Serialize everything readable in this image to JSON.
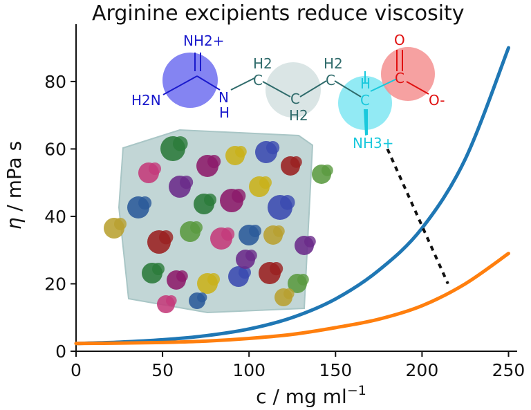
{
  "chart_data": {
    "type": "line",
    "title": "Arginine excipients reduce viscosity",
    "xlabel": "c / mg ml",
    "xlabel_superscript": "−1",
    "ylabel_symbol": "η",
    "ylabel_rest": " / mPa s",
    "xlim": [
      0,
      255
    ],
    "ylim": [
      0,
      97
    ],
    "x_ticks": [
      0,
      50,
      100,
      150,
      200,
      250
    ],
    "y_ticks": [
      0,
      20,
      40,
      60,
      80
    ],
    "grid": false,
    "legend": "none",
    "series": [
      {
        "color": "#1f77b4",
        "x": [
          0,
          25,
          50,
          75,
          100,
          125,
          150,
          175,
          200,
          225,
          250
        ],
        "y": [
          2.3,
          2.7,
          3.4,
          4.6,
          6.6,
          10,
          15.5,
          24,
          36.5,
          57,
          90
        ]
      },
      {
        "color": "#ff7f0e",
        "x": [
          0,
          25,
          50,
          75,
          100,
          125,
          150,
          175,
          200,
          225,
          250
        ],
        "y": [
          2.3,
          2.4,
          2.6,
          3.0,
          3.8,
          5.0,
          7.0,
          9.5,
          13.5,
          20,
          29
        ]
      }
    ],
    "annotation_line": {
      "x": [
        180,
        215
      ],
      "y": [
        60,
        20
      ],
      "style": "dotted",
      "color": "#111111"
    },
    "molecule": {
      "name": "arginine",
      "guanidinium": {
        "nh2_plus": "NH2+",
        "h2n": "H2N",
        "n": "N",
        "h": "H"
      },
      "chain": {
        "h2_a": "H2",
        "h2_b": "H2",
        "h2_c": "H2",
        "c": "C",
        "h": "H"
      },
      "amino": {
        "label": "NH3+"
      },
      "carboxylate": {
        "c": "C",
        "o_double": "O",
        "o_minus": "O-"
      },
      "highlight_colors": {
        "guanidinium": "#6f6ff0",
        "chain": "#d6e2e2",
        "alpha": "#7fe6f2",
        "carboxylate": "#f59090"
      },
      "text_colors": {
        "guanidinium": "#1a1acc",
        "chain": "#2f6b6b",
        "alpha": "#19c8dc",
        "carboxylate": "#e01010"
      }
    },
    "inset_image": {
      "description_name": "protein-solution-simulation-box"
    }
  }
}
